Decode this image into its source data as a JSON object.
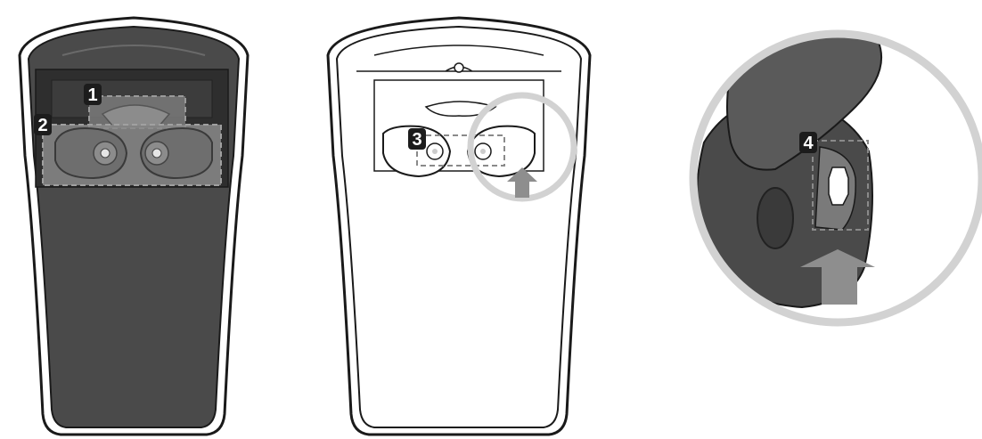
{
  "colors": {
    "dark_body": "#4a4a4a",
    "dark_body_deep": "#3a3a3a",
    "light_body": "#ffffff",
    "outline": "#1a1a1a",
    "tray_grey": "#8a8a8a",
    "highlight_ring": "#d2d2d2",
    "arrow_grey": "#8e8e8e",
    "badge_fill": "#1c1c1c",
    "badge_text": "#ffffff"
  },
  "badges": {
    "b1": "1",
    "b2": "2",
    "b3": "3",
    "b4": "4"
  },
  "icons": {
    "arrow_small": "up-arrow-icon",
    "arrow_large": "up-arrow-icon"
  }
}
